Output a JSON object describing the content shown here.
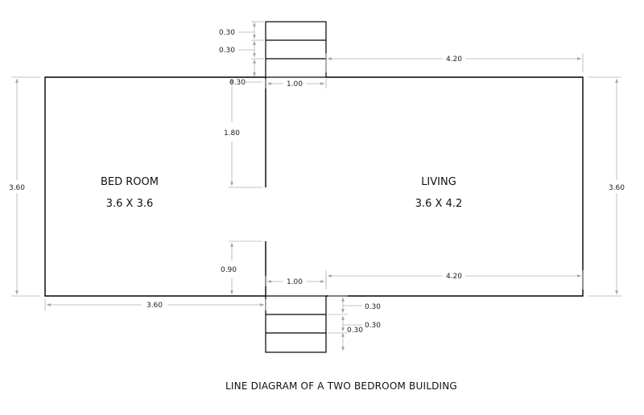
{
  "rooms": {
    "bedroom": {
      "name": "BED ROOM",
      "size": "3.6 X 3.6"
    },
    "living": {
      "name": "LIVING",
      "size": "3.6 X 4.2"
    }
  },
  "dimensions": {
    "left_height": "3.60",
    "right_height": "3.60",
    "bedroom_width": "3.60",
    "living_top_width": "4.20",
    "living_bottom_width": "4.20",
    "passage_top_width": "1.00",
    "passage_bottom_width": "1.00",
    "top_step_1": "0.30",
    "top_step_2": "0.30",
    "top_step_3": "0.30",
    "wall_upper": "1.80",
    "wall_lower": "0.90",
    "bottom_step_1": "0.30",
    "bottom_step_2": "0.30",
    "bottom_step_3": "0.30"
  },
  "caption": "LINE DIAGRAM OF A TWO BEDROOM BUILDING"
}
